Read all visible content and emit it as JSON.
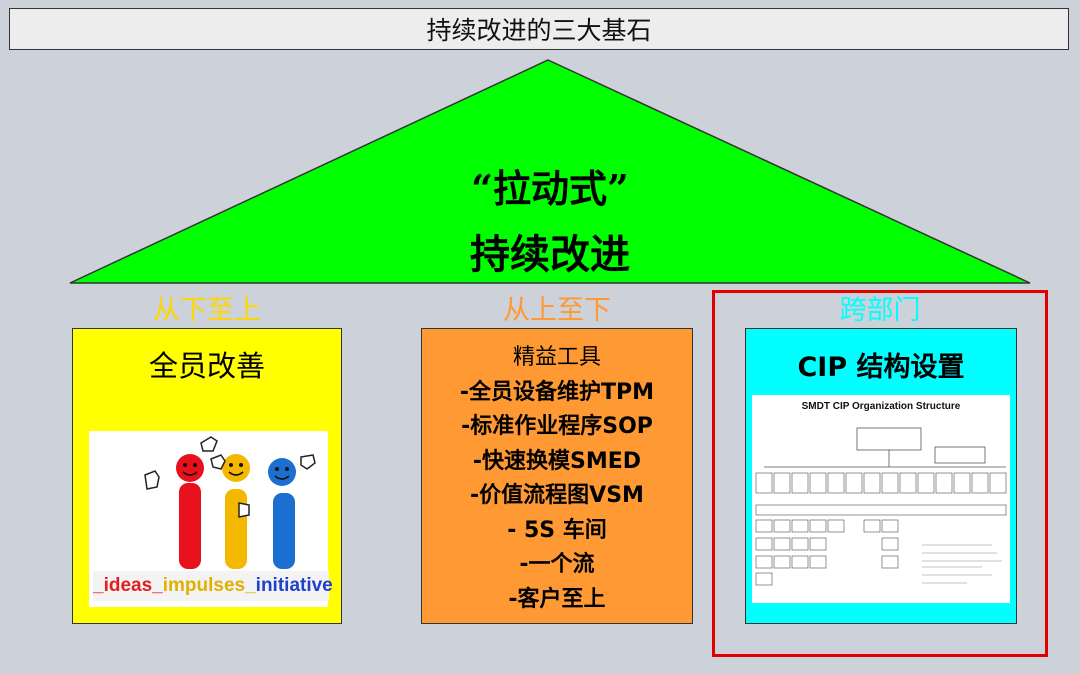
{
  "header": {
    "title": "持续改进的三大基石"
  },
  "roof": {
    "line1": "“拉动式”",
    "line2": "持续改进",
    "color": "#00ff00"
  },
  "columns": [
    {
      "label": "从下至上",
      "label_color": "#ffd700",
      "title": "全员改善",
      "bg": "#ffff00",
      "image_caption": {
        "p1": "_ideas_",
        "p2": "impulses_",
        "p3": "initiative"
      }
    },
    {
      "label": "从上至下",
      "label_color": "#ff9933",
      "title": "精益工具",
      "bg": "#ff9933",
      "items": [
        "-全员设备维护TPM",
        "-标准作业程序SOP",
        "-快速换模SMED",
        "-价值流程图VSM",
        "- 5S 车间",
        "-一个流",
        "-客户至上"
      ]
    },
    {
      "label": "跨部门",
      "label_color": "#00ffff",
      "title": "CIP 结构设置",
      "bg": "#00ffff",
      "org_title": "SMDT CIP Organization Structure"
    }
  ],
  "highlight_color": "#e00000"
}
